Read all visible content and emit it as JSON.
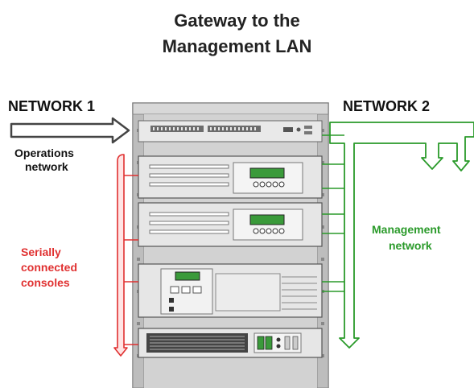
{
  "title": {
    "line1": "Gateway to the",
    "line2": "Management LAN"
  },
  "labels": {
    "network1": "NETWORK 1",
    "network2": "NETWORK 2",
    "operations_line1": "Operations",
    "operations_line2": "network",
    "serial_line1": "Serially",
    "serial_line2": "connected",
    "serial_line3": "consoles",
    "management_line1": "Management",
    "management_line2": "network"
  },
  "colors": {
    "operations_arrow": "#444444",
    "serial_consoles": "#e03030",
    "management_network": "#2a9a2a",
    "rack_frame": "#c8c8c8",
    "device_body": "#e6e6e6",
    "display_green": "#3a9a3a"
  }
}
